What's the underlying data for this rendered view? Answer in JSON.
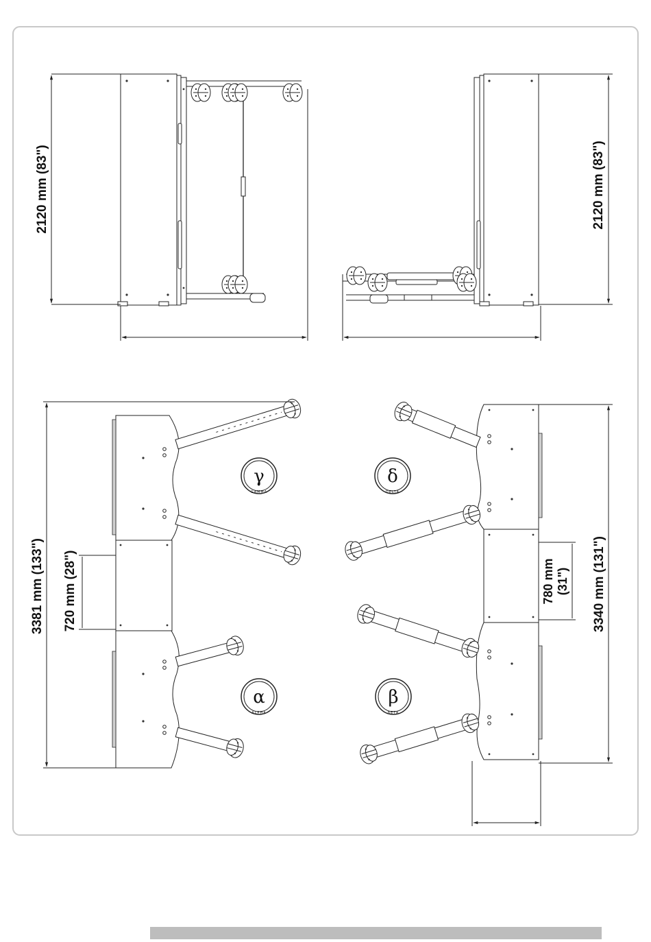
{
  "dimensions": {
    "side_view_left_height": "2120 mm (83\")",
    "side_view_right_height": "2120 mm (83\")",
    "top_view_left_length": "3381 mm (133\")",
    "top_view_left_module": "720 mm (28\")",
    "top_view_right_length": "3340 mm (131\")",
    "top_view_right_module_line1": "780 mm",
    "top_view_right_module_line2": "(31\")"
  },
  "emblems": {
    "gamma": {
      "symbol": "γ",
      "label": "GAMMA"
    },
    "delta": {
      "symbol": "δ",
      "label": "DELTA"
    },
    "alpha": {
      "symbol": "α",
      "label": "ALPHA"
    },
    "beta": {
      "symbol": "β",
      "label": "BETA"
    }
  },
  "colors": {
    "line": "#222222",
    "frame": "#c8c8c8",
    "footer_bar": "#bdbdbd"
  }
}
